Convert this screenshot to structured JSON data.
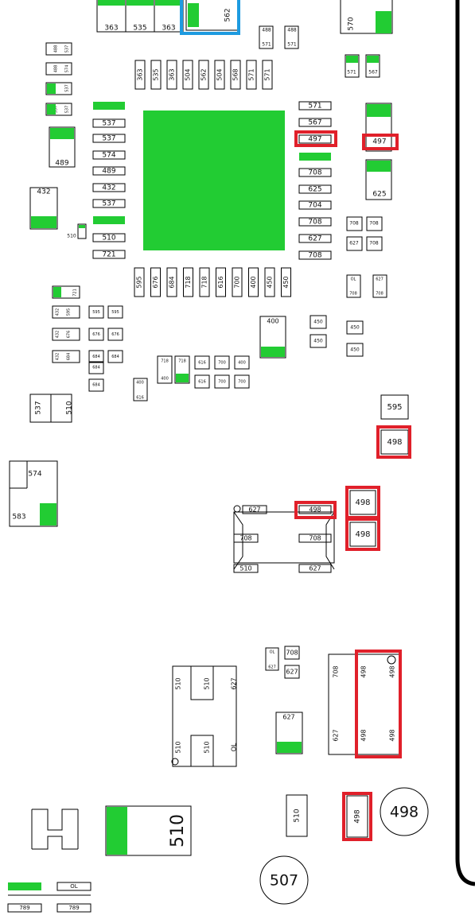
{
  "colors": {
    "pad_fill": "#22cc33",
    "highlight_red": "#e0202a",
    "highlight_blue": "#1e9be0",
    "outline": "#000000"
  },
  "top_row": [
    "363",
    "535",
    "363",
    "562",
    "570"
  ],
  "chip_top_pins": [
    "363",
    "535",
    "363",
    "504",
    "562",
    "504",
    "568",
    "571",
    "571"
  ],
  "chip_bottom_pins": [
    "595",
    "676",
    "684",
    "718",
    "718",
    "616",
    "700",
    "400",
    "450",
    "450"
  ],
  "chip_left_pins": [
    "537",
    "537",
    "574",
    "489",
    "432",
    "537",
    "510",
    "721"
  ],
  "chip_right_pins": [
    "571",
    "567",
    "497",
    "708",
    "625",
    "704",
    "708",
    "627",
    "708"
  ],
  "small_parts": {
    "top_right_pair": [
      "488",
      "571",
      "488",
      "571"
    ],
    "pair_571_567": [
      "571",
      "567"
    ],
    "left_column": [
      "488",
      "537",
      "488",
      "574",
      "537",
      "537"
    ],
    "comp_497": "497",
    "comp_625": "625",
    "comp_489": "489",
    "comp_432": "432",
    "comp_510_small": "510",
    "grid_708": [
      "708",
      "708",
      "627",
      "708"
    ],
    "ol_pair": [
      "OL",
      "708",
      "627",
      "708"
    ],
    "left_grid": [
      "432",
      "595",
      "595",
      "595",
      "432",
      "676",
      "676",
      "676",
      "432",
      "684",
      "684",
      "684"
    ],
    "comp_721": "721",
    "comp_400": "400",
    "comp_450": [
      "450",
      "450",
      "450",
      "450"
    ],
    "mid_row": [
      "718",
      "400",
      "718",
      "616",
      "700",
      "400",
      "616",
      "700",
      "700",
      "400",
      "616"
    ],
    "comp_595": "595",
    "comp_498_a": "498",
    "comp_537_510": [
      "537",
      "510"
    ],
    "comp_574_583": [
      "574",
      "583"
    ]
  },
  "big_chip_mid": {
    "labels": [
      "627",
      "498",
      "708",
      "708",
      "510",
      "627"
    ]
  },
  "side_498": [
    "498",
    "498"
  ],
  "lower_section": {
    "ol_pair": [
      "OL",
      "627",
      "708",
      "627"
    ],
    "big_block_left": [
      "510",
      "510",
      "627",
      "510",
      "510",
      "OL"
    ],
    "comp_627": "627",
    "big_block_right": [
      "708",
      "627",
      "498",
      "498",
      "498",
      "498"
    ],
    "comp_510_bottom": "510",
    "comp_498_bottom": "498",
    "circle_498": "498",
    "circle_507": "507",
    "big_510": "510",
    "bottom_row": [
      "OL",
      "789",
      "789"
    ]
  }
}
